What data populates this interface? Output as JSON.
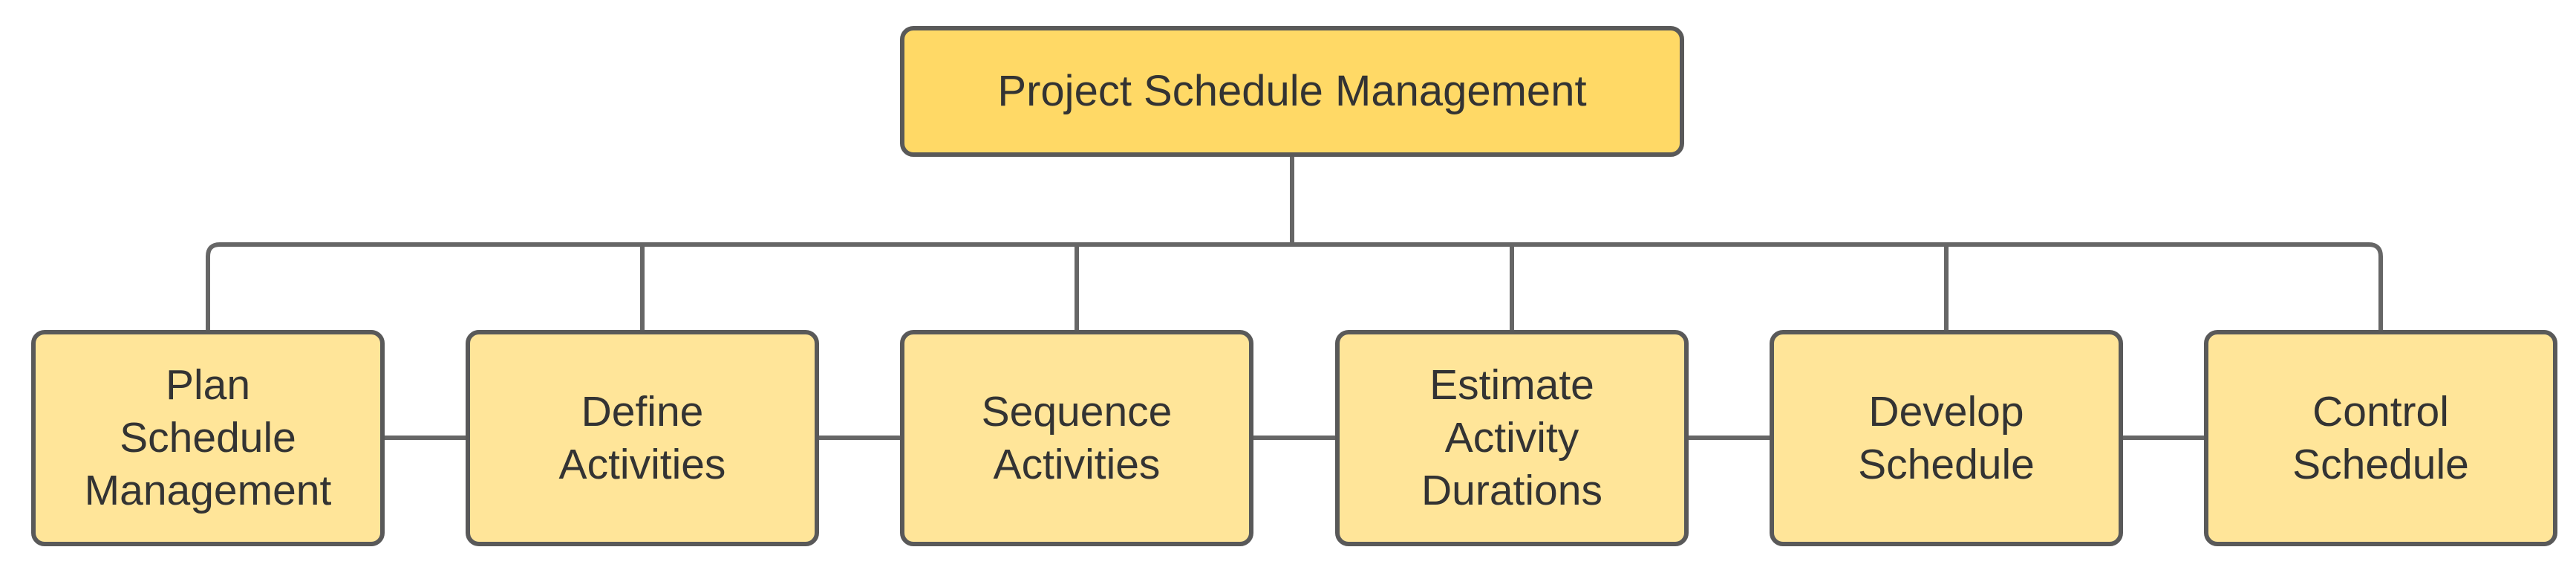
{
  "diagram": {
    "type": "org-chart",
    "root": {
      "label": "Project Schedule Management",
      "lines": [
        "Project Schedule Management"
      ]
    },
    "children": [
      {
        "label": "Plan Schedule Management",
        "lines": [
          "Plan",
          "Schedule",
          "Management"
        ]
      },
      {
        "label": "Define Activities",
        "lines": [
          "Define",
          "Activities"
        ]
      },
      {
        "label": "Sequence Activities",
        "lines": [
          "Sequence",
          "Activities"
        ]
      },
      {
        "label": "Estimate Activity Durations",
        "lines": [
          "Estimate",
          "Activity",
          "Durations"
        ]
      },
      {
        "label": "Develop Schedule",
        "lines": [
          "Develop",
          "Schedule"
        ]
      },
      {
        "label": "Control Schedule",
        "lines": [
          "Control",
          "Schedule"
        ]
      }
    ],
    "colors": {
      "root_fill": "#FFD966",
      "child_fill": "#FFE599",
      "border": "#595959",
      "connector": "#666666",
      "text": "#333333",
      "background": "#FFFFFF"
    }
  }
}
